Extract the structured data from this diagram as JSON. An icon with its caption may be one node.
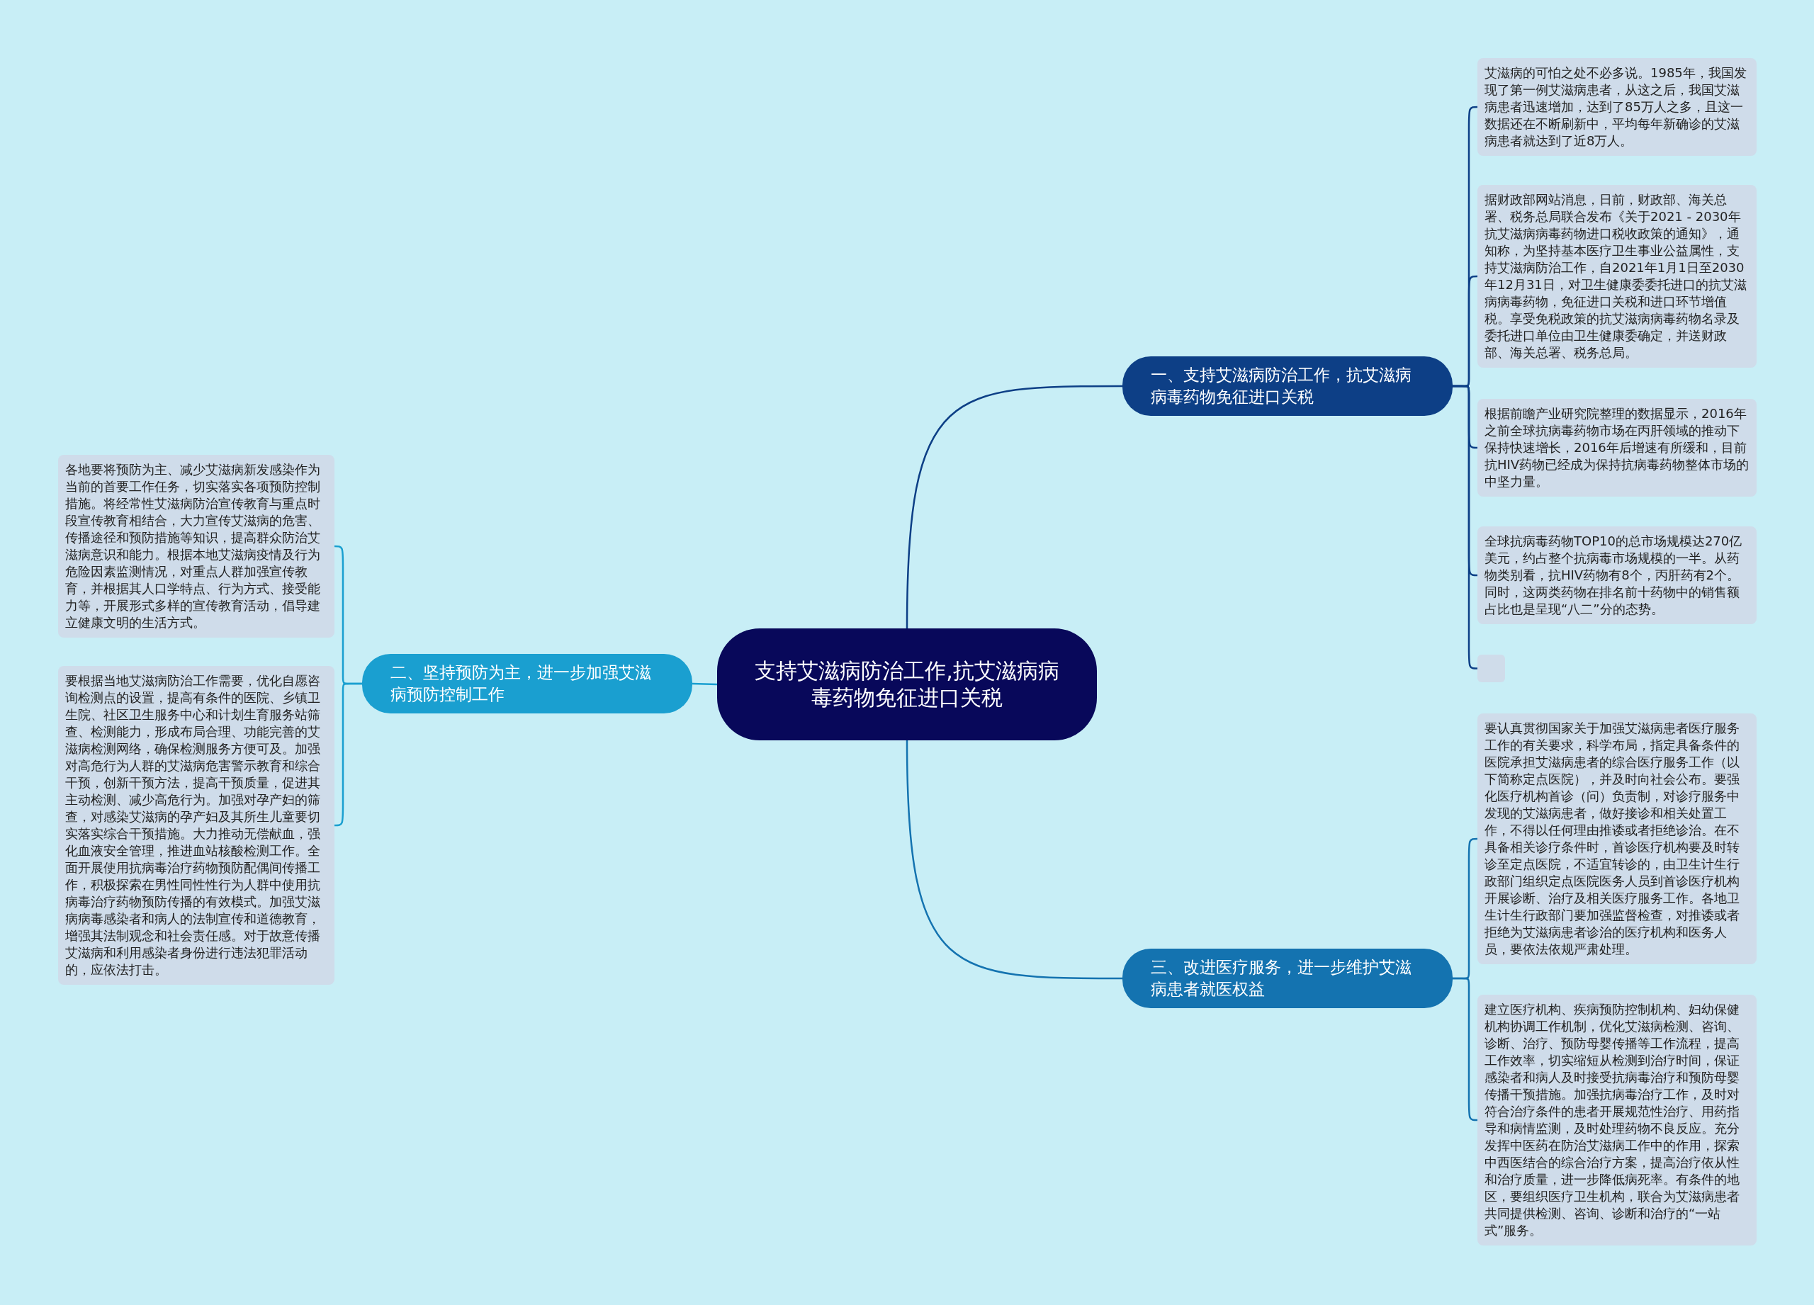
{
  "diagram": {
    "nodes": [
      {
        "text": [
          "支持艾滋病防治工作,抗艾滋病病毒药物免征进口关税"
        ]
      },
      {
        "text": [
          "一、支持艾滋病防治工作，抗艾滋病病毒药物免征进口关税"
        ]
      },
      {
        "text": [
          "二、坚持预防为主，进一步加强艾滋病预防控制工作"
        ]
      },
      {
        "text": [
          "三、改进医疗服务，进一步维护艾滋病患者就医权益"
        ]
      },
      {
        "text": [
          "艾滋病的可怕之处不必多说。1985年，我国发现了第一例艾滋病患者，从这之后，我国艾滋病患者迅速增加，达到了85万人之多，且这一数据还在不断刷新中，平均每年新确诊的艾滋病患者就达到了近8万人。"
        ]
      },
      {
        "text": [
          "据财政部网站消息，日前，财政部、海关总署、税务总局联合发布《关于2021 - 2030年抗艾滋病病毒药物进口税收政策的通知》，通知称，为坚持基本医疗卫生事业公益属性，支持艾滋病防治工作，自2021年1月1日至2030年12月31日，对卫生健康委委托进口的抗艾滋病病毒药物，免征进口关税和进口环节增值税。享受免税政策的抗艾滋病病毒药物名录及委托进口单位由卫生健康委确定，并送财政部、海关总署、税务总局。"
        ]
      },
      {
        "text": [
          "根据前瞻产业研究院整理的数据显示，2016年之前全球抗病毒药物市场在丙肝领域的推动下保持快速增长，2016年后增速有所缓和，目前抗HIV药物已经成为保持抗病毒药物整体市场的中坚力量。"
        ]
      },
      {
        "text": [
          "全球抗病毒药物TOP10的总市场规模达270亿美元，约占整个抗病毒市场规模的一半。从药物类别看，抗HIV药物有8个，丙肝药有2个。同时，这两类药物在排名前十药物中的销售额占比也是呈现“八二”分的态势。"
        ]
      },
      {
        "text": [],
        "shape": "box"
      },
      {
        "text": [
          "各地要将预防为主、减少艾滋病新发感染作为当前的首要工作任务，切实落实各项预防控制措施。将经常性艾滋病防治宣传教育与重点时段宣传教育相结合，大力宣传艾滋病的危害、传播途径和预防措施等知识，提高群众防治艾滋病意识和能力。根据本地艾滋病疫情及行为危险因素监测情况，对重点人群加强宣传教育，并根据其人口学特点、行为方式、接受能力等，开展形式多样的宣传教育活动，倡导建立健康文明的生活方式。"
        ]
      },
      {
        "text": [
          "要根据当地艾滋病防治工作需要，优化自愿咨询检测点的设置，提高有条件的医院、乡镇卫生院、社区卫生服务中心和计划生育服务站筛查、检测能力，形成布局合理、功能完善的艾滋病检测网络，确保检测服务方便可及。加强对高危行为人群的艾滋病危害警示教育和综合干预，创新干预方法，提高干预质量，促进其主动检测、减少高危行为。加强对孕产妇的筛查，对感染艾滋病的孕产妇及其所生儿童要切实落实综合干预措施。大力推动无偿献血，强化血液安全管理，推进血站核酸检测工作。全面开展使用抗病毒治疗药物预防配偶间传播工作，积极探索在男性同性性行为人群中使用抗病毒治疗药物预防传播的有效模式。加强艾滋病病毒感染者和病人的法制宣传和道德教育，增强其法制观念和社会责任感。对于故意传播艾滋病和利用感染者身份进行违法犯罪活动的，应依法打击。"
        ]
      },
      {
        "text": [
          "要认真贯彻国家关于加强艾滋病患者医疗服务工作的有关要求，科学布局，指定具备条件的医院承担艾滋病患者的综合医疗服务工作（以下简称定点医院），并及时向社会公布。要强化医疗机构首诊（问）负责制，对诊疗服务中发现的艾滋病患者，做好接诊和相关处置工作，不得以任何理由推诿或者拒绝诊治。在不具备相关诊疗条件时，首诊医疗机构要及时转诊至定点医院，不适宜转诊的，由卫生计生行政部门组织定点医院医务人员到首诊医疗机构开展诊断、治疗及相关医疗服务工作。各地卫生计生行政部门要加强监督检查，对推诿或者拒绝为艾滋病患者诊治的医疗机构和医务人员，要依法依规严肃处理。"
        ]
      },
      {
        "text": [
          "建立医疗机构、疾病预防控制机构、妇幼保健机构协调工作机制，优化艾滋病检测、咨询、诊断、治疗、预防母婴传播等工作流程，提高工作效率，切实缩短从检测到治疗时间，保证感染者和病人及时接受抗病毒治疗和预防母婴传播干预措施。加强抗病毒治疗工作，及时对符合治疗条件的患者开展规范性治疗、用药指导和病情监测，及时处理药物不良反应。充分发挥中医药在防治艾滋病工作中的作用，探索中西医结合的综合治疗方案，提高治疗依从性和治疗质量，进一步降低病死率。有条件的地区，要组织医疗卫生机构，联合为艾滋病患者共同提供检测、咨询、诊断和治疗的“一站式”服务。"
        ]
      }
    ],
    "edges": [
      {
        "from": 0,
        "to": 1,
        "arrow": "none"
      },
      {
        "from": 0,
        "to": 2,
        "arrow": "none",
        "color": "#1a9fd0"
      },
      {
        "from": 0,
        "to": 3,
        "arrow": "none",
        "color": "#1473b0"
      },
      {
        "from": 1,
        "to": 4,
        "arrow": "none"
      },
      {
        "from": 1,
        "to": 5,
        "arrow": "none"
      },
      {
        "from": 1,
        "to": 6,
        "arrow": "none"
      },
      {
        "from": 1,
        "to": 7,
        "arrow": "none"
      },
      {
        "from": 1,
        "to": 8,
        "arrow": "none"
      },
      {
        "from": 2,
        "to": 9,
        "arrow": "none",
        "color": "#1a9fd0"
      },
      {
        "from": 2,
        "to": 10,
        "arrow": "none",
        "color": "#1a9fd0"
      },
      {
        "from": 3,
        "to": 11,
        "arrow": "none",
        "color": "#1473b0"
      },
      {
        "from": 3,
        "to": 12,
        "arrow": "none",
        "color": "#1473b0"
      }
    ]
  }
}
